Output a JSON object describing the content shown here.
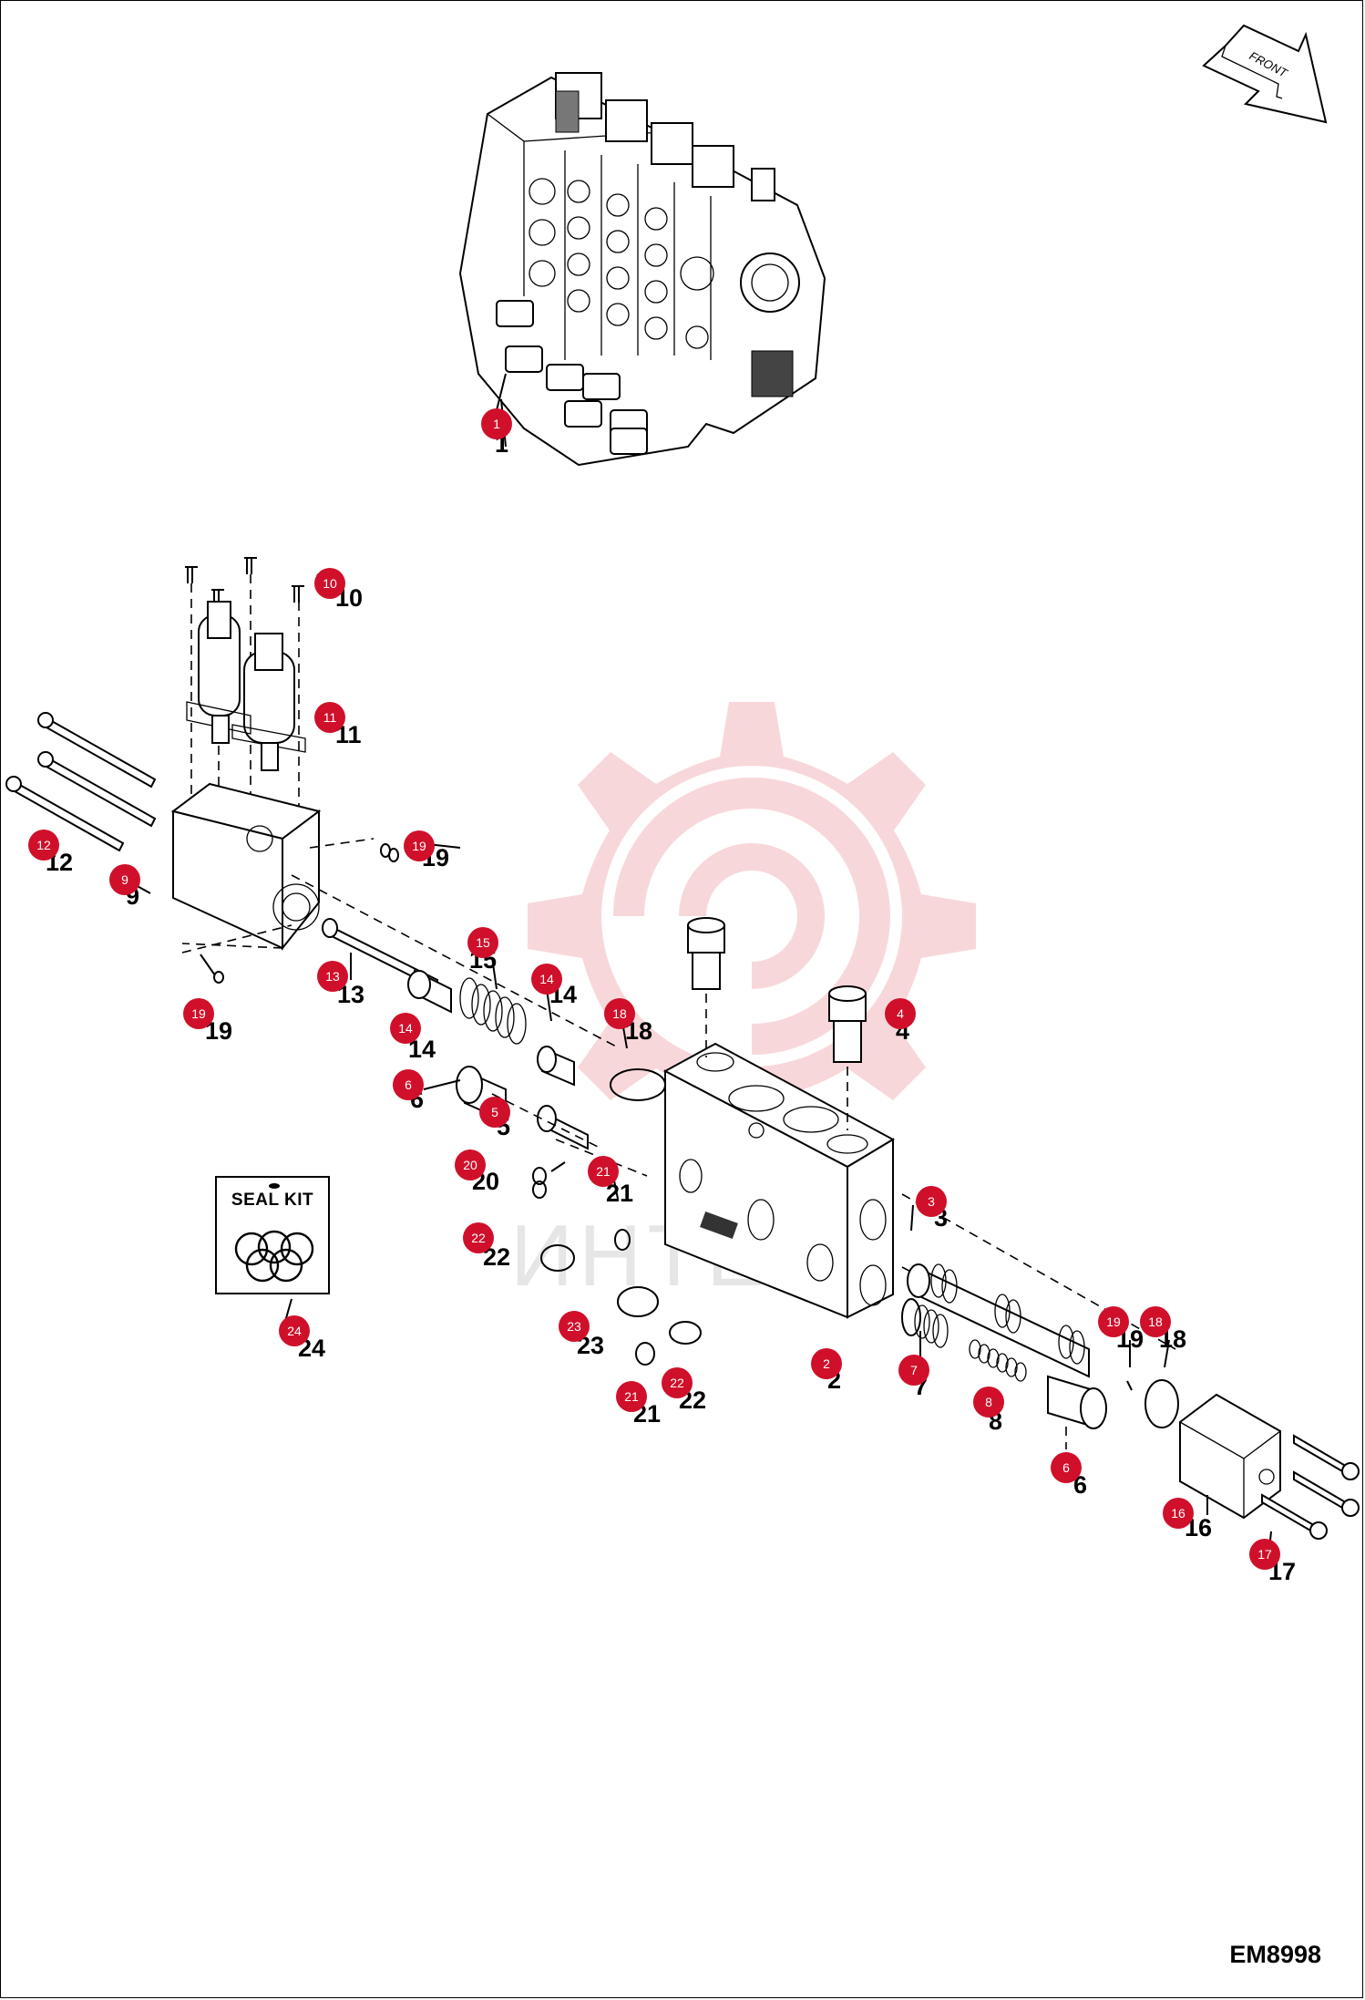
{
  "drawing_code": "EM8998",
  "front_label": "FRONT",
  "seal_kit_label": "SEAL KIT",
  "watermark_text": "ИНТЕХ",
  "colors": {
    "callout": "#d0102a",
    "watermark": "#f4b8bc"
  },
  "callouts": [
    {
      "id": "c1",
      "num": "1"
    },
    {
      "id": "c2",
      "num": "2"
    },
    {
      "id": "c3",
      "num": "3"
    },
    {
      "id": "c4",
      "num": "4"
    },
    {
      "id": "c5",
      "num": "5"
    },
    {
      "id": "c6a",
      "num": "6"
    },
    {
      "id": "c6b",
      "num": "6"
    },
    {
      "id": "c7",
      "num": "7"
    },
    {
      "id": "c8",
      "num": "8"
    },
    {
      "id": "c9",
      "num": "9"
    },
    {
      "id": "c10",
      "num": "10"
    },
    {
      "id": "c11",
      "num": "11"
    },
    {
      "id": "c12",
      "num": "12"
    },
    {
      "id": "c13",
      "num": "13"
    },
    {
      "id": "c14a",
      "num": "14"
    },
    {
      "id": "c14b",
      "num": "14"
    },
    {
      "id": "c15",
      "num": "15"
    },
    {
      "id": "c16",
      "num": "16"
    },
    {
      "id": "c17",
      "num": "17"
    },
    {
      "id": "c18a",
      "num": "18"
    },
    {
      "id": "c18b",
      "num": "18"
    },
    {
      "id": "c19a",
      "num": "19"
    },
    {
      "id": "c19b",
      "num": "19"
    },
    {
      "id": "c19c",
      "num": "19"
    },
    {
      "id": "c20",
      "num": "20"
    },
    {
      "id": "c21a",
      "num": "21"
    },
    {
      "id": "c21b",
      "num": "21"
    },
    {
      "id": "c22a",
      "num": "22"
    },
    {
      "id": "c22b",
      "num": "22"
    },
    {
      "id": "c23",
      "num": "23"
    },
    {
      "id": "c24",
      "num": "24"
    }
  ]
}
